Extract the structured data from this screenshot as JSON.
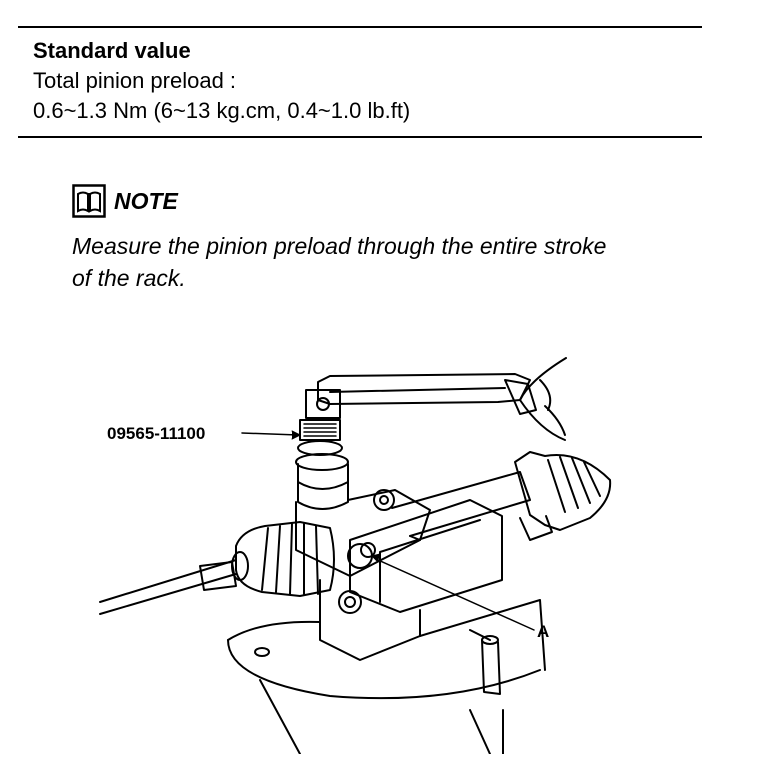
{
  "spec": {
    "heading": "Standard value",
    "line1": "Total pinion preload :",
    "line2": "0.6~1.3 Nm (6~13 kg.cm, 0.4~1.0 lb.ft)"
  },
  "note": {
    "icon": "book-icon",
    "label": "NOTE",
    "text_line1": "Measure the pinion preload through the entire stroke",
    "text_line2": "of the rack."
  },
  "figure": {
    "tool_label": "09565-11100",
    "point_label": "A"
  }
}
